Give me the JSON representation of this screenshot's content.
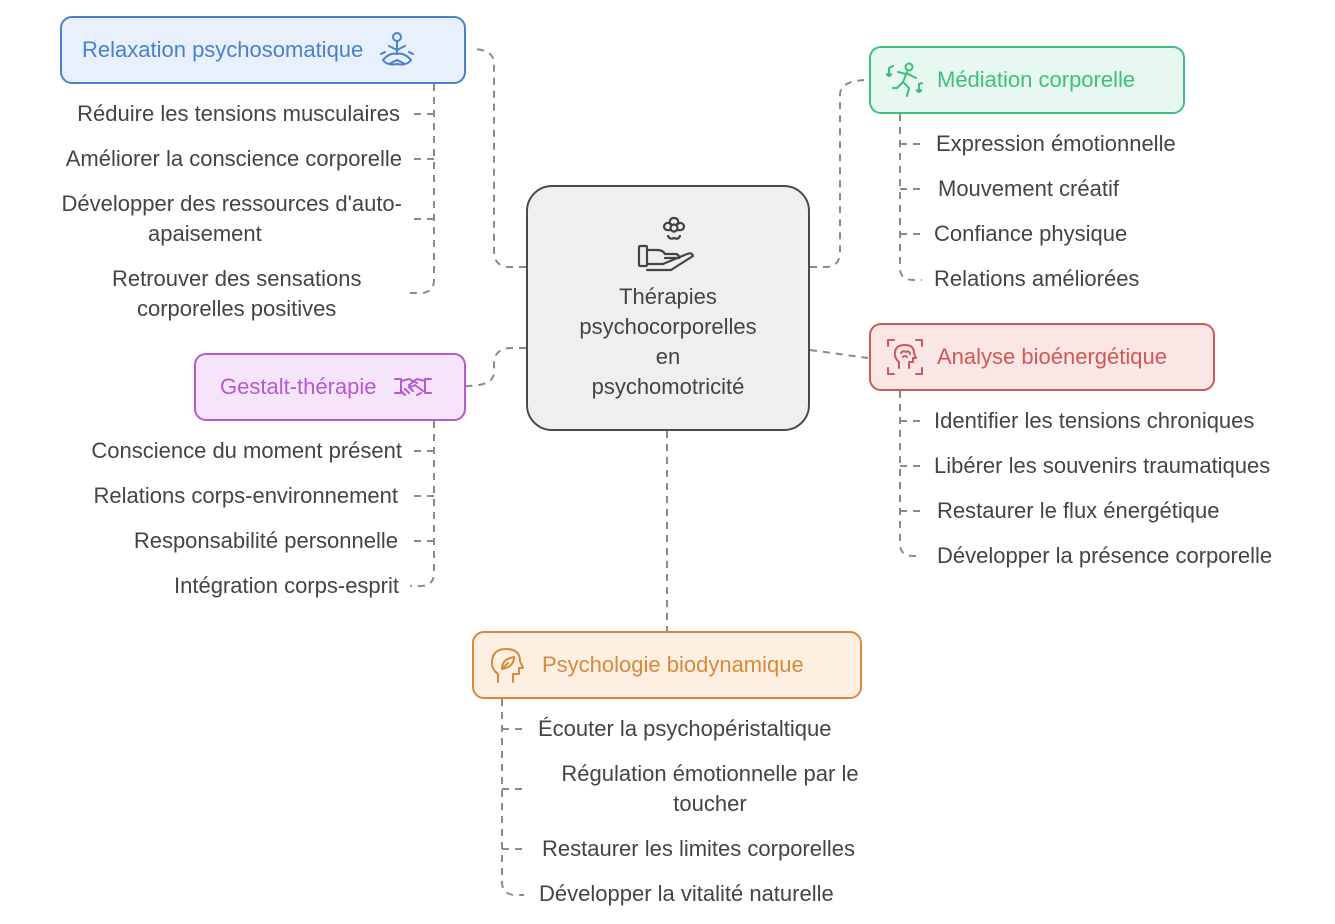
{
  "center": {
    "title_lines": [
      "Thérapies",
      "psychocorporelles",
      "en",
      "psychomotricité"
    ],
    "icon": "hand-flower-icon"
  },
  "branches": {
    "relaxation": {
      "title": "Relaxation psychosomatique",
      "icon": "meditation-icon",
      "color": "#4a80d0",
      "fill": "#e8f0fb",
      "items": [
        "Réduire les tensions musculaires",
        "Améliorer la conscience corporelle",
        "Développer des ressources d'auto-",
        "apaisement",
        "Retrouver des sensations",
        "corporelles positives"
      ]
    },
    "mediation": {
      "title": "Médiation corporelle",
      "icon": "dancing-person-icon",
      "color": "#3fbf7f",
      "fill": "#e6f8ef",
      "items": [
        "Expression émotionnelle",
        "Mouvement créatif",
        "Confiance physique",
        "Relations améliorées"
      ]
    },
    "gestalt": {
      "title": "Gestalt-thérapie",
      "icon": "handshake-icon",
      "color": "#b55ad0",
      "fill": "#f6e4fb",
      "items": [
        "Conscience du moment présent",
        "Relations corps-environnement",
        "Responsabilité personnelle",
        "Intégration corps-esprit"
      ]
    },
    "bioenergetique": {
      "title": "Analyse bioénergétique",
      "icon": "head-scan-icon",
      "color": "#d05858",
      "fill": "#fbe6e6",
      "items": [
        "Identifier les tensions chroniques",
        "Libérer les souvenirs traumatiques",
        "Restaurer le flux énergétique",
        "Développer la présence corporelle"
      ]
    },
    "biodynamique": {
      "title": "Psychologie biodynamique",
      "icon": "head-leaf-icon",
      "color": "#d88a3a",
      "fill": "#fdf0e2",
      "items": [
        "Écouter la psychopéristaltique",
        "Régulation émotionnelle par le",
        "toucher",
        "Restaurer les limites corporelles",
        "Développer la vitalité naturelle"
      ]
    }
  }
}
